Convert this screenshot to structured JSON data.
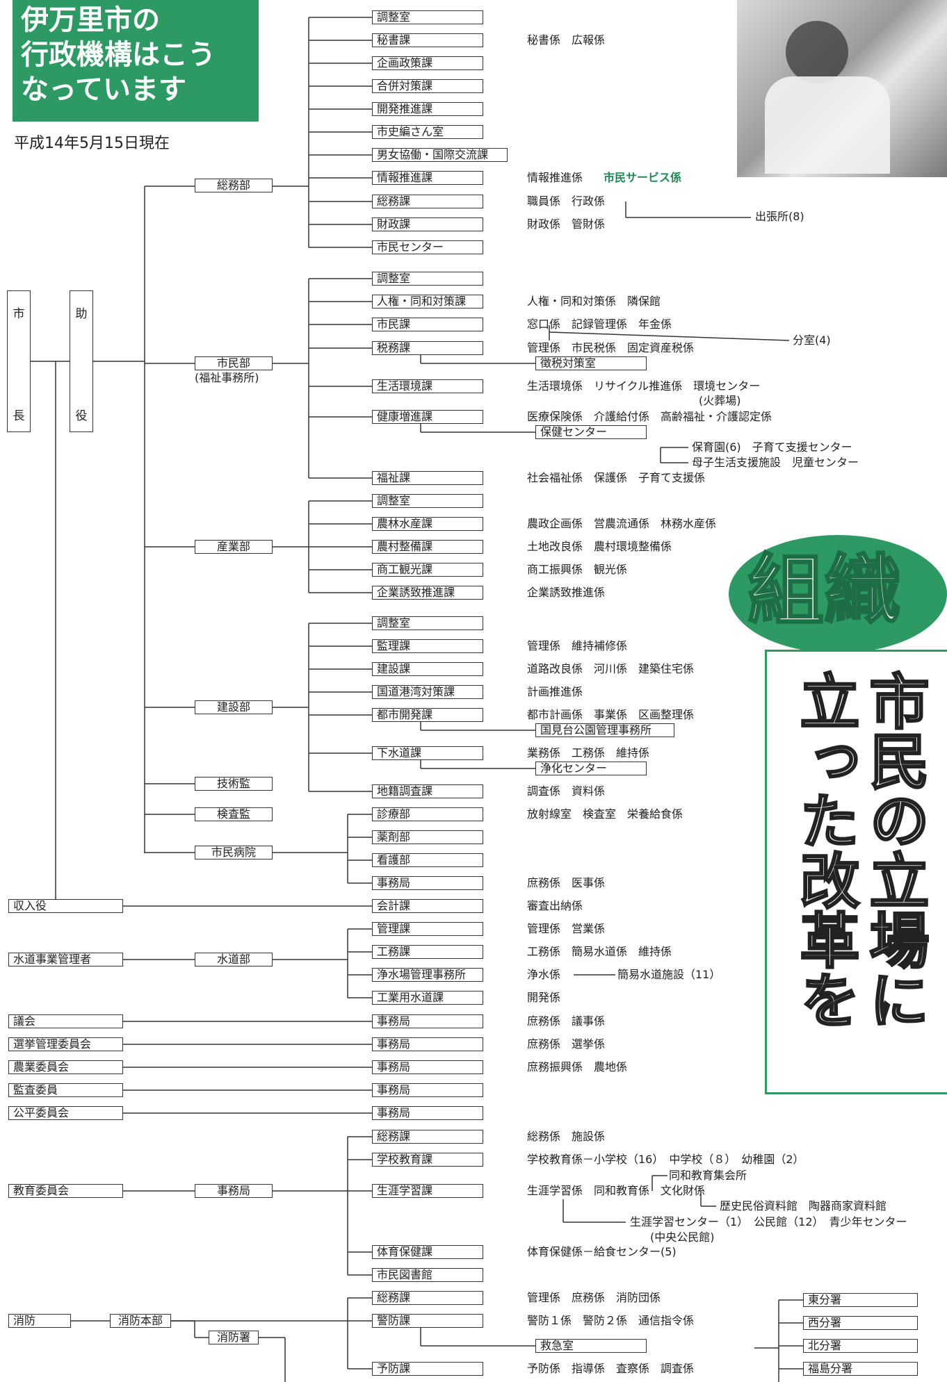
{
  "title": {
    "line1": "伊万里市の",
    "line2": "行政機構はこう",
    "line3": "なっています"
  },
  "date": "平成14年5月15日現在",
  "slogan": {
    "big": "組織",
    "sub": "市民の立場に立った改革を"
  },
  "colors": {
    "accent": "#2e9a63"
  },
  "mayor": {
    "top": "市",
    "bottom": "長"
  },
  "deputy": {
    "top": "助",
    "bottom": "役"
  },
  "top_units": {
    "soumu": "総務部",
    "shimin": "市民部",
    "shimin_sub": "(福祉事務所)",
    "sangyo": "産業部",
    "kensetsu": "建設部",
    "gijutsu": "技術監",
    "kensa": "検査監",
    "byoin": "市民病院",
    "suidobu": "水道部",
    "jimukyoku": "事務局",
    "shoboh_honbu": "消防本部",
    "shoboh_sho": "消防署"
  },
  "left_units": {
    "shunyu": "収入役",
    "suido_kanri": "水道事業管理者",
    "gikai": "議会",
    "senkyo": "選挙管理委員会",
    "nogyo": "農業委員会",
    "kansa": "監査委員",
    "kohei": "公平委員会",
    "kyoiku": "教育委員会",
    "shobo": "消防"
  },
  "depts": {
    "d01": "調整室",
    "d02": "秘書課",
    "d03": "企画政策課",
    "d04": "合併対策課",
    "d05": "開発推進課",
    "d06": "市史編さん室",
    "d07": "男女協働・国際交流課",
    "d08": "情報推進課",
    "d09": "総務課",
    "d10": "財政課",
    "d11": "市民センター",
    "d12": "調整室",
    "d13": "人権・同和対策課",
    "d14": "市民課",
    "d15": "税務課",
    "d16": "徴税対策室",
    "d17": "生活環境課",
    "d18": "健康増進課",
    "d19": "保健センター",
    "d20": "福祉課",
    "d21": "調整室",
    "d22": "農林水産課",
    "d23": "農村整備課",
    "d24": "商工観光課",
    "d25": "企業誘致推進課",
    "d26": "調整室",
    "d27": "監理課",
    "d28": "建設課",
    "d29": "国道港湾対策課",
    "d30": "都市開発課",
    "d31": "国見台公園管理事務所",
    "d32": "下水道課",
    "d33": "浄化センター",
    "d34": "地籍調査課",
    "d35": "診療部",
    "d36": "薬剤部",
    "d37": "看護部",
    "d38": "事務局",
    "d39": "会計課",
    "d40": "管理課",
    "d41": "工務課",
    "d42": "浄水場管理事務所",
    "d43": "工業用水道課",
    "d44": "事務局",
    "d45": "事務局",
    "d46": "事務局",
    "d47": "事務局",
    "d48": "事務局",
    "d49": "総務課",
    "d50": "学校教育課",
    "d51": "生涯学習課",
    "d52": "体育保健課",
    "d53": "市民図書館",
    "d54": "総務課",
    "d55": "警防課",
    "d56": "救急室",
    "d57": "予防課"
  },
  "branches": {
    "b1": "東分署",
    "b2": "西分署",
    "b3": "北分署",
    "b4": "福島分署"
  },
  "notes": {
    "n02": "秘書係　広報係",
    "n08": "情報推進係",
    "n08g": "市民サービス係",
    "n09": "職員係　行政係",
    "n10": "財政係　管財係",
    "n10b": "出張所(8)",
    "n13": "人権・同和対策係　隣保館",
    "n14": "窓口係　記録管理係　年金係",
    "n14b": "分室(4)",
    "n15": "管理係　市民税係　固定資産税係",
    "n17": "生活環境係　リサイクル推進係　環境センター",
    "n17b": "(火葬場)",
    "n18": "医療保険係　介護給付係　高齢福祉・介護認定係",
    "n20a": "保育園(6)　子育て支援センター",
    "n20b": "母子生活支援施設　児童センター",
    "n20": "社会福祉係　保護係　子育て支援係",
    "n22": "農政企画係　営農流通係　林務水産係",
    "n23": "土地改良係　農村環境整備係",
    "n24": "商工振興係　観光係",
    "n25": "企業誘致推進係",
    "n27": "管理係　維持補修係",
    "n28": "道路改良係　河川係　建築住宅係",
    "n29": "計画推進係",
    "n30": "都市計画係　事業係　区画整理係",
    "n32": "業務係　工務係　維持係",
    "n34": "調査係　資料係",
    "n35": "放射線室　検査室　栄養給食係",
    "n38": "庶務係　医事係",
    "n39": "審査出納係",
    "n40": "管理係　営業係",
    "n41": "工務係　簡易水道係　維持係",
    "n42": "浄水係",
    "n42b": "簡易水道施設（11）",
    "n43": "開発係",
    "n44": "庶務係　議事係",
    "n45": "庶務係　選挙係",
    "n46": "庶務振興係　農地係",
    "n49": "総務係　施設係",
    "n50": "学校教育係－小学校（16）　中学校（８）　幼稚園（2）",
    "n51a": "同和教育集会所",
    "n51": "生涯学習係　同和教育係　文化財係",
    "n51b": "歴史民俗資料館　陶器商家資料館",
    "n51c": "生涯学習センター（1）　公民館（12）　青少年センター",
    "n51d": "(中央公民館)",
    "n52": "体育保健係－給食センター(5)",
    "n54": "管理係　庶務係　消防団係",
    "n55": "警防１係　警防２係　通信指令係",
    "n57": "予防係　指導係　査察係　調査係"
  }
}
